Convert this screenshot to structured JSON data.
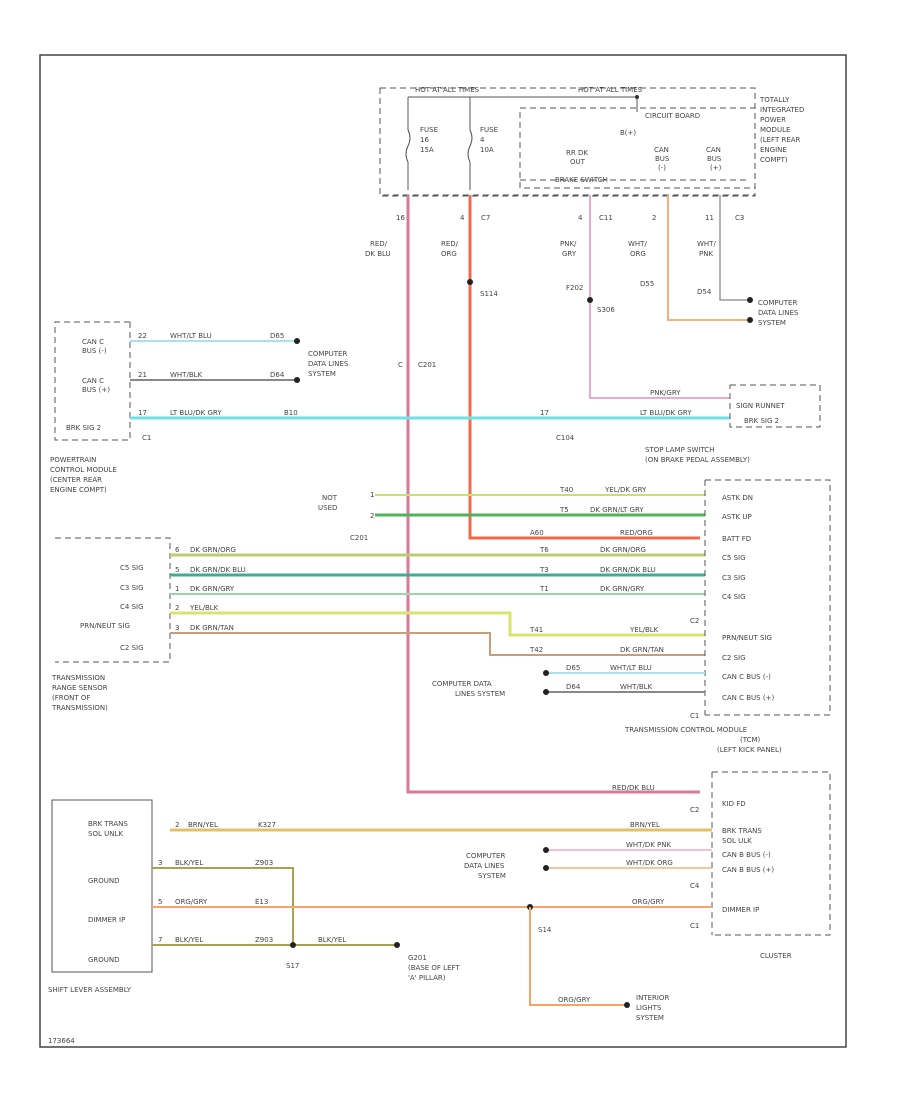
{
  "border_color": "#444444",
  "wire_colors": {
    "red_dkblu": "#d77a9a",
    "red_org": "#f26a4a",
    "pnk_gry": "#f2a8c8",
    "wht_org": "#f3b27c",
    "wht_pnk": "#9a9a9a",
    "wht_blu": "#a9e1ee",
    "wht_blk": "#888888",
    "ltblu_gry": "#6fe1e6",
    "yel_gry": "#c8e06e",
    "dkgrn_yel": "#4db35a",
    "dkgrn_org": "#b9cf6e",
    "dkgrn_blu": "#3fae8e",
    "dkgrn_gry": "#a0d4a8",
    "yel_blk": "#d9e46a",
    "dkgrn_tan": "#c79e7a",
    "brn_yel": "#e2c068",
    "blk_yel": "#a7a352",
    "org_gry": "#f6a36a"
  },
  "tipm": {
    "hot_left": "HOT AT ALL TIMES",
    "hot_right": "HOT AT ALL TIMES",
    "fuse1": "FUSE\n16\n15A",
    "fuse2": "FUSE\n4\n10A",
    "circuit_board": "CIRCUIT BOARD",
    "bplus": "B(+)",
    "rr_dk_out": "RR DK\nOUT",
    "can_bus_minus": "CAN\nBUS\n(-)",
    "can_bus_plus": "CAN\nBUS\n(+)",
    "brake_switch": "BRAKE SWITCH",
    "name": "TOTALLY\nINTEGRATED\nPOWER\nMODULE\n(LEFT REAR\nENGINE\nCOMPT)",
    "pins": [
      "16",
      "4",
      "C7",
      "4",
      "C11",
      "2",
      "11",
      "C3"
    ]
  },
  "wires_top": {
    "red_dkblu": "RED/\nDK BLU",
    "red_org": "RED/\nORG",
    "pnk_gry": "PNK/\nGRY",
    "wht_org": "WHT/\nORG",
    "wht_pnk": "WHT/\nPNK",
    "c201": "C201",
    "s114": "S114",
    "s306": "S306",
    "f202": "F202",
    "d55": "D55",
    "d54": "D54"
  },
  "computer_data_lines": "COMPUTER\nDATA LINES\nSYSTEM",
  "pcm": {
    "name": "POWERTRAIN\nCONTROL MODULE\n(CENTER REAR\nENGINE COMPT)",
    "rows": [
      "CAN C\nBUS (-)",
      "CAN C\nBUS (+)",
      "BRK SIG 2"
    ],
    "pins": [
      "C1"
    ],
    "wires": [
      "WHT/LT BLU",
      "WHT/BLK",
      "LT BLU/DK GRY"
    ],
    "codes": [
      "D65",
      "D64",
      "B10"
    ],
    "pin_nums": [
      "22",
      "21",
      "17"
    ]
  },
  "stop_lamp": {
    "row1": "SIGN RUNNET",
    "row2": "BRK SIG 2",
    "name": "STOP LAMP SWITCH\n(ON BRAKE PEDAL ASSEMBLY)",
    "pnk_gry": "PNK/GRY",
    "ltblu_gry": "LT BLU/DK GRY",
    "c104": "C104"
  },
  "not_used": "NOT\nUSED",
  "c201": "C201",
  "tcm": {
    "rows": [
      "ASTK DN",
      "ASTK UP",
      "BATT FD",
      "C5 SIG",
      "C3 SIG",
      "C4 SIG",
      "PRN/NEUT SIG",
      "C2 SIG",
      "CAN C BUS (-)",
      "CAN C BUS (+)"
    ],
    "name": "TRANSMISSION CONTROL MODULE\n(TCM)\n(LEFT KICK PANEL)",
    "pins": [
      "C2",
      "C1"
    ],
    "wires": [
      "YEL/DK GRY",
      "DK GRN/LT GRY",
      "RED/ORG",
      "DK GRN/ORG",
      "DK GRN/DK BLU",
      "DK GRN/GRY",
      "YEL/BLK",
      "DK GRN/TAN",
      "WHT/LT BLU",
      "WHT/BLK"
    ],
    "codes": [
      "T40",
      "T5",
      "A60",
      "T6",
      "T3",
      "T1",
      "T41",
      "T42",
      "D65",
      "D64"
    ]
  },
  "trs": {
    "rows": [
      "C5 SIG",
      "C3 SIG",
      "C4 SIG",
      "PRN/NEUT SIG",
      "C2 SIG"
    ],
    "name": "TRANSMISSION\nRANGE SENSOR\n(FRONT OF\nTRANSMISSION)",
    "wires": [
      "DK GRN/ORG",
      "DK GRN/DK BLU",
      "DK GRN/GRY",
      "YEL/BLK",
      "DK GRN/TAN"
    ],
    "pins": [
      "6",
      "5",
      "1",
      "2",
      "3"
    ]
  },
  "cluster": {
    "rows": [
      "KID FD",
      "BRK TRANS SOL ULK",
      "CAN B BUS (-)",
      "CAN B BUS (+)",
      "DIMMER IP"
    ],
    "name": "CLUSTER",
    "pins": [
      "C2",
      "C4",
      "C1"
    ],
    "wires": [
      "RED/DK BLU",
      "BRN/YEL",
      "WHT/DK PNK",
      "WHT/DK ORG",
      "ORG/GRY"
    ]
  },
  "shifter": {
    "rows": [
      "BRK TRANS\nSOL UNLK",
      "GROUND",
      "DIMMER IP",
      "GROUND"
    ],
    "name": "SHIFT LEVER ASSEMBLY",
    "wires": [
      "BRN/YEL",
      "BLK/YEL",
      "ORG/GRY",
      "BLK/YEL"
    ],
    "codes": [
      "K327",
      "Z903",
      "E13",
      "Z903"
    ],
    "pins": [
      "2",
      "3",
      "5",
      "7"
    ],
    "s17": "S17",
    "blk_yel": "BLK/YEL",
    "g201": "G201\n(BASE OF LEFT\n'A' PILLAR)",
    "s14": "S14"
  },
  "interior_lights": {
    "wire": "ORG/GRY",
    "name": "INTERIOR\nLIGHTS\nSYSTEM"
  },
  "diagram_id": "173664"
}
